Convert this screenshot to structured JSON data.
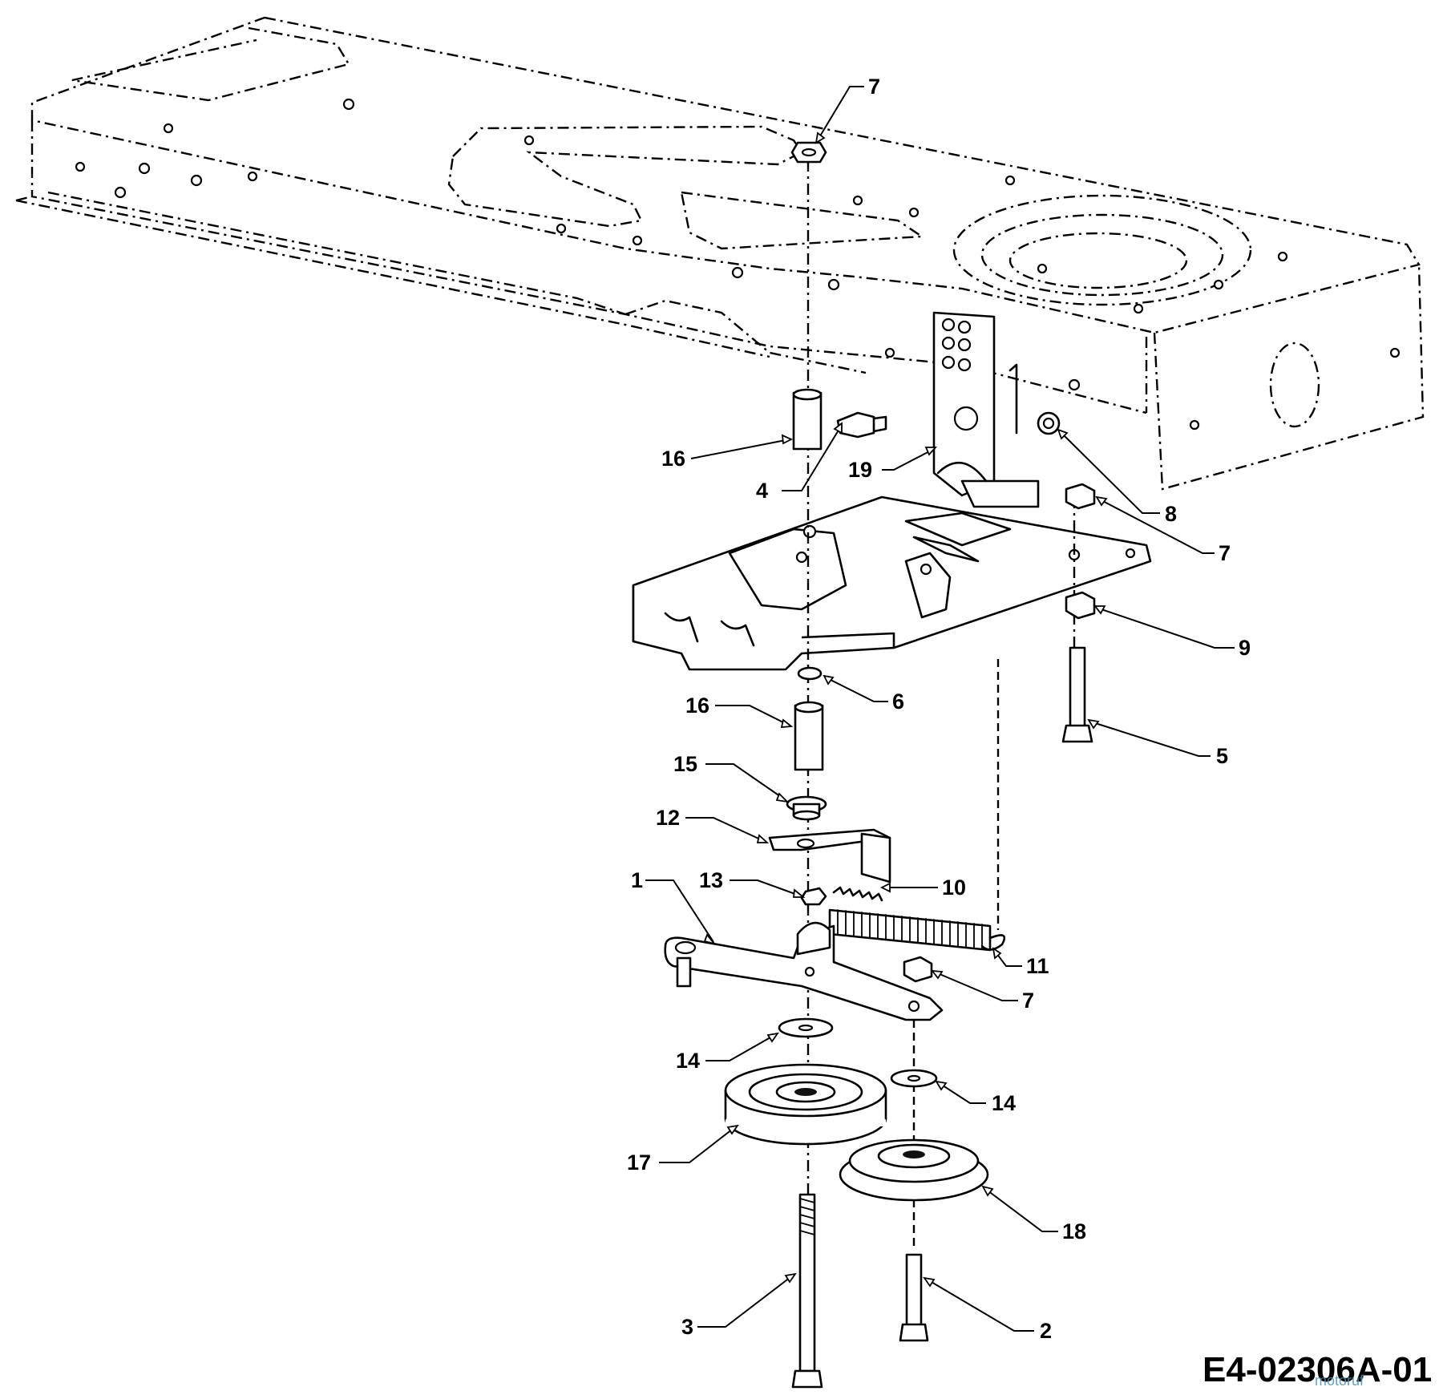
{
  "diagram": {
    "drawing_code": "E4-02306A-01",
    "watermark": "motoruf",
    "callouts": [
      {
        "id": "c-7a",
        "label": "7"
      },
      {
        "id": "c-16a",
        "label": "16"
      },
      {
        "id": "c-4",
        "label": "4"
      },
      {
        "id": "c-19",
        "label": "19"
      },
      {
        "id": "c-8",
        "label": "8"
      },
      {
        "id": "c-7b",
        "label": "7"
      },
      {
        "id": "c-9",
        "label": "9"
      },
      {
        "id": "c-6",
        "label": "6"
      },
      {
        "id": "c-5",
        "label": "5"
      },
      {
        "id": "c-16b",
        "label": "16"
      },
      {
        "id": "c-15",
        "label": "15"
      },
      {
        "id": "c-12",
        "label": "12"
      },
      {
        "id": "c-1",
        "label": "1"
      },
      {
        "id": "c-13",
        "label": "13"
      },
      {
        "id": "c-10",
        "label": "10"
      },
      {
        "id": "c-11",
        "label": "11"
      },
      {
        "id": "c-7c",
        "label": "7"
      },
      {
        "id": "c-14a",
        "label": "14"
      },
      {
        "id": "c-14b",
        "label": "14"
      },
      {
        "id": "c-17",
        "label": "17"
      },
      {
        "id": "c-18",
        "label": "18"
      },
      {
        "id": "c-3",
        "label": "3"
      },
      {
        "id": "c-2",
        "label": "2"
      }
    ]
  }
}
